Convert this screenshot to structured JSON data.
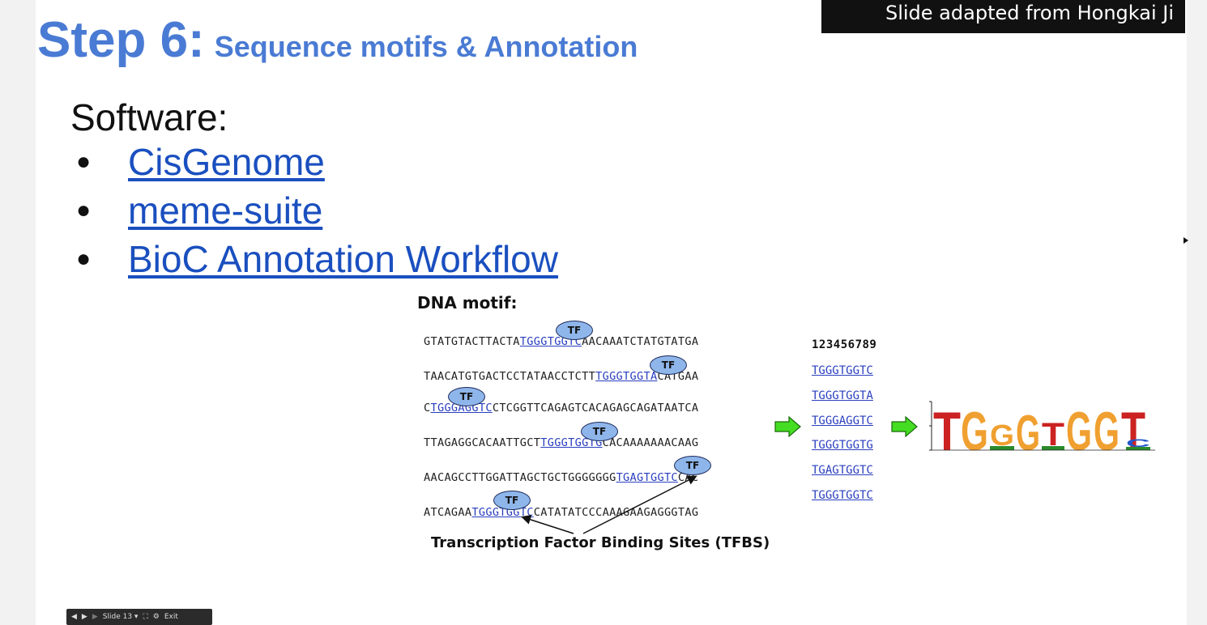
{
  "credit": "Slide adapted from Hongkai Ji",
  "title": {
    "main": "Step 6:",
    "sub": "Sequence motifs & Annotation"
  },
  "software": {
    "label": "Software:",
    "bullet": "●",
    "items": [
      {
        "label": "CisGenome"
      },
      {
        "label": "meme-suite"
      },
      {
        "label": "BioC Annotation Workflow"
      }
    ]
  },
  "motif": {
    "title": "DNA motif:",
    "tf_label": "TF",
    "sequences": [
      {
        "pre": "GTATGTACTTACTA",
        "site": "TGGGTGGTC",
        "post": "AACAAATCTATGTATGA"
      },
      {
        "pre": "TAACATGTGACTCCTATAACCTCTT",
        "site": "TGGGTGGTA",
        "post": "CATGAA"
      },
      {
        "pre": "C",
        "site": "TGGGAGGTC",
        "post": "CTCGGTTCAGAGTCACAGAGCAGATAATCA"
      },
      {
        "pre": "TTAGAGGCACAATTGCT",
        "site": "TGGGTGGTG",
        "post": "CACAAAAAAACAAG"
      },
      {
        "pre": "AACAGCCTTGGATTAGCTGCTGGGGGGG",
        "site": "TGAGTGGTC",
        "post": "CAC"
      },
      {
        "pre": "ATCAGAA",
        "site": "TGGGTGGTC",
        "post": "CATATATCCCAAAGAAGAGGGTAG"
      }
    ],
    "tfbs_label": "Transcription Factor Binding Sites (TFBS)",
    "positions_header": "123456789",
    "aligned_sites": [
      "TGGGTGGTC",
      "TGGGTGGTA",
      "TGGGAGGTC",
      "TGGGTGGTG",
      "TGAGTGGTC",
      "TGGGTGGTC"
    ],
    "logo_letters": "TGGGTGGTC",
    "arrow_color": "#44dd22"
  },
  "player": {
    "slide_label": "Slide 13",
    "exit_label": "Exit"
  }
}
